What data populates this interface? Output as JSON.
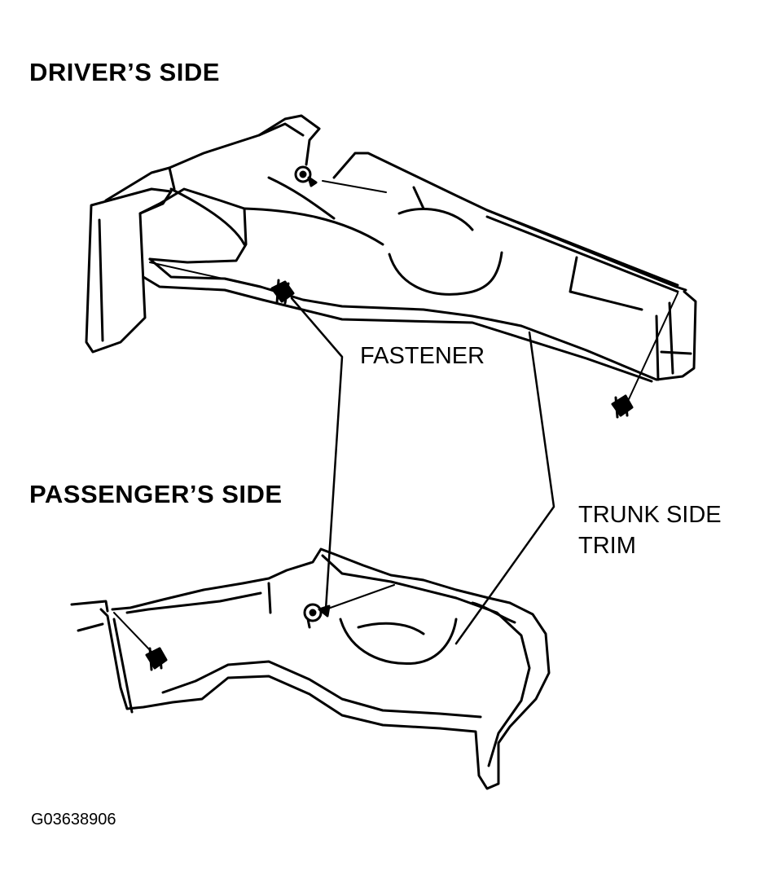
{
  "headings": {
    "driver": "DRIVER’S SIDE",
    "passenger": "PASSENGER’S SIDE"
  },
  "callouts": {
    "fastener": "FASTENER",
    "trunk_side_trim_line1": "TRUNK SIDE",
    "trunk_side_trim_line2": "TRIM"
  },
  "figure_id": "G03638906",
  "colors": {
    "ink": "#000000",
    "paper": "#ffffff"
  }
}
